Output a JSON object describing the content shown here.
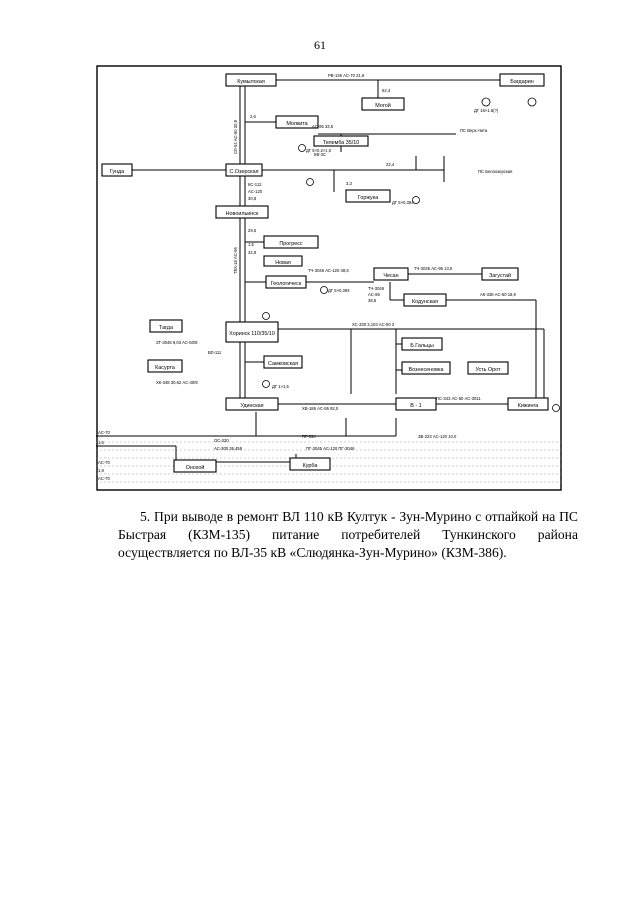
{
  "page": {
    "number": "61"
  },
  "diagram": {
    "nodes": [
      {
        "id": "kymylskaya",
        "label": "Кумылская"
      },
      {
        "id": "bagdarin",
        "label": "Багдарин"
      },
      {
        "id": "mogoi",
        "label": "Могой"
      },
      {
        "id": "molkita",
        "label": "Молкита"
      },
      {
        "id": "telemba",
        "label": "Телемба 35/10"
      },
      {
        "id": "gunda",
        "label": "Гунда"
      },
      {
        "id": "s_ozerskaya",
        "label": "С.Озерская"
      },
      {
        "id": "gorzhuka",
        "label": "Горжука"
      },
      {
        "id": "novoilinsk",
        "label": "Новоильинск"
      },
      {
        "id": "progress",
        "label": "Прогресс"
      },
      {
        "id": "novaya",
        "label": "Новая"
      },
      {
        "id": "geolog",
        "label": "Геологическ"
      },
      {
        "id": "chesan",
        "label": "Чесан"
      },
      {
        "id": "zagustai",
        "label": "Загустай"
      },
      {
        "id": "kodunsk",
        "label": "Кодунская"
      },
      {
        "id": "tagda",
        "label": "Тагда"
      },
      {
        "id": "khorinsk",
        "label": "Хоринск 110/35/10"
      },
      {
        "id": "b_gaitsy",
        "label": "Б.Гальцы"
      },
      {
        "id": "samkovsk",
        "label": "Самковская"
      },
      {
        "id": "voznesen",
        "label": "Вознесеновка"
      },
      {
        "id": "ust_orot",
        "label": "Усть Орот"
      },
      {
        "id": "kasurta",
        "label": "Касурта"
      },
      {
        "id": "udinskaya",
        "label": "Удинская"
      },
      {
        "id": "v1",
        "label": "В - 1"
      },
      {
        "id": "kizhinga",
        "label": "Кижинга"
      },
      {
        "id": "onokhoi",
        "label": "Онохой"
      },
      {
        "id": "kurba",
        "label": "Курба"
      }
    ],
    "annotations": {
      "top_line": "РВ-135  АС-70  21,9",
      "v52_4": "52,4",
      "v2_6": "2,6",
      "v3_3": "3,3",
      "v29_5": "29,5",
      "v32_8": "32,8",
      "v1_5": "1,5",
      "v39_8": "30,8",
      "ac120": "АС-120",
      "ac_ks": "КС-112",
      "ac95": "АС-95",
      "ps_vkch": "ПС Верх.Чита",
      "ps_bel": "ПС Белоозерская",
      "tch3046": "ТЧ-3046  АС-120  48,8",
      "tch3045": "ТЧ-3045  АС-95  13,5",
      "ak338": "АК-338  АС-50  18,9",
      "l370": "ХС-330     3,103     АС-50  3",
      "kv_note": "ВЛ-111",
      "left_vert": "СЛ-54  АС-50  30,8",
      "left_vert2": "ТЕК-18  АС-95",
      "ac_small": "АС-95  33,5",
      "tagda_info": "ЗТ-3046\n9,03\nАС-50/8",
      "kasurta_info": "ХК-348\n30,62\nАС-40/8",
      "udinsk_info": "ХВ-186  АС-95  92,0",
      "kizh_info": "ПС-343  АС-50  АС-3011",
      "bottom1": "ОС-330",
      "bottom2": "АС-300  36,455",
      "bottom3": "ПГ-334",
      "bottom4": "ЗВ-223  АС-120  10,0",
      "bottom5": "ПГ-3045  АС-120  ПГ-3046",
      "l_ac70": "АС-70",
      "l_ac70_2": "АС-70",
      "l_ac70_3": "АС-70",
      "l15": "1,5",
      "l19": "1,9",
      "l22": "22,4",
      "gt": "ДГ 5×0,394",
      "gt2": "ДГ 5×0,2×1,0",
      "gt3": "ДГ 16×1.5(?)",
      "gt4": "ДГ 1×1,5",
      "kv_lbl": "КВ-3С",
      "gorzh_val": "ДГ 5×0,394",
      "chesan_l1": "ТЧ-3046",
      "chesan_l2": "АС-95",
      "chesan_l3": "38,5"
    }
  },
  "paragraph": {
    "text": "5. При выводе в ремонт ВЛ 110 кВ Култук - Зун-Мурино с отпайкой на ПС Быстрая (КЗМ-135) питание потребителей Тункинского района осуществляется по ВЛ-35 кВ «Слюдянка-Зун-Мурино» (КЗМ-386)."
  }
}
